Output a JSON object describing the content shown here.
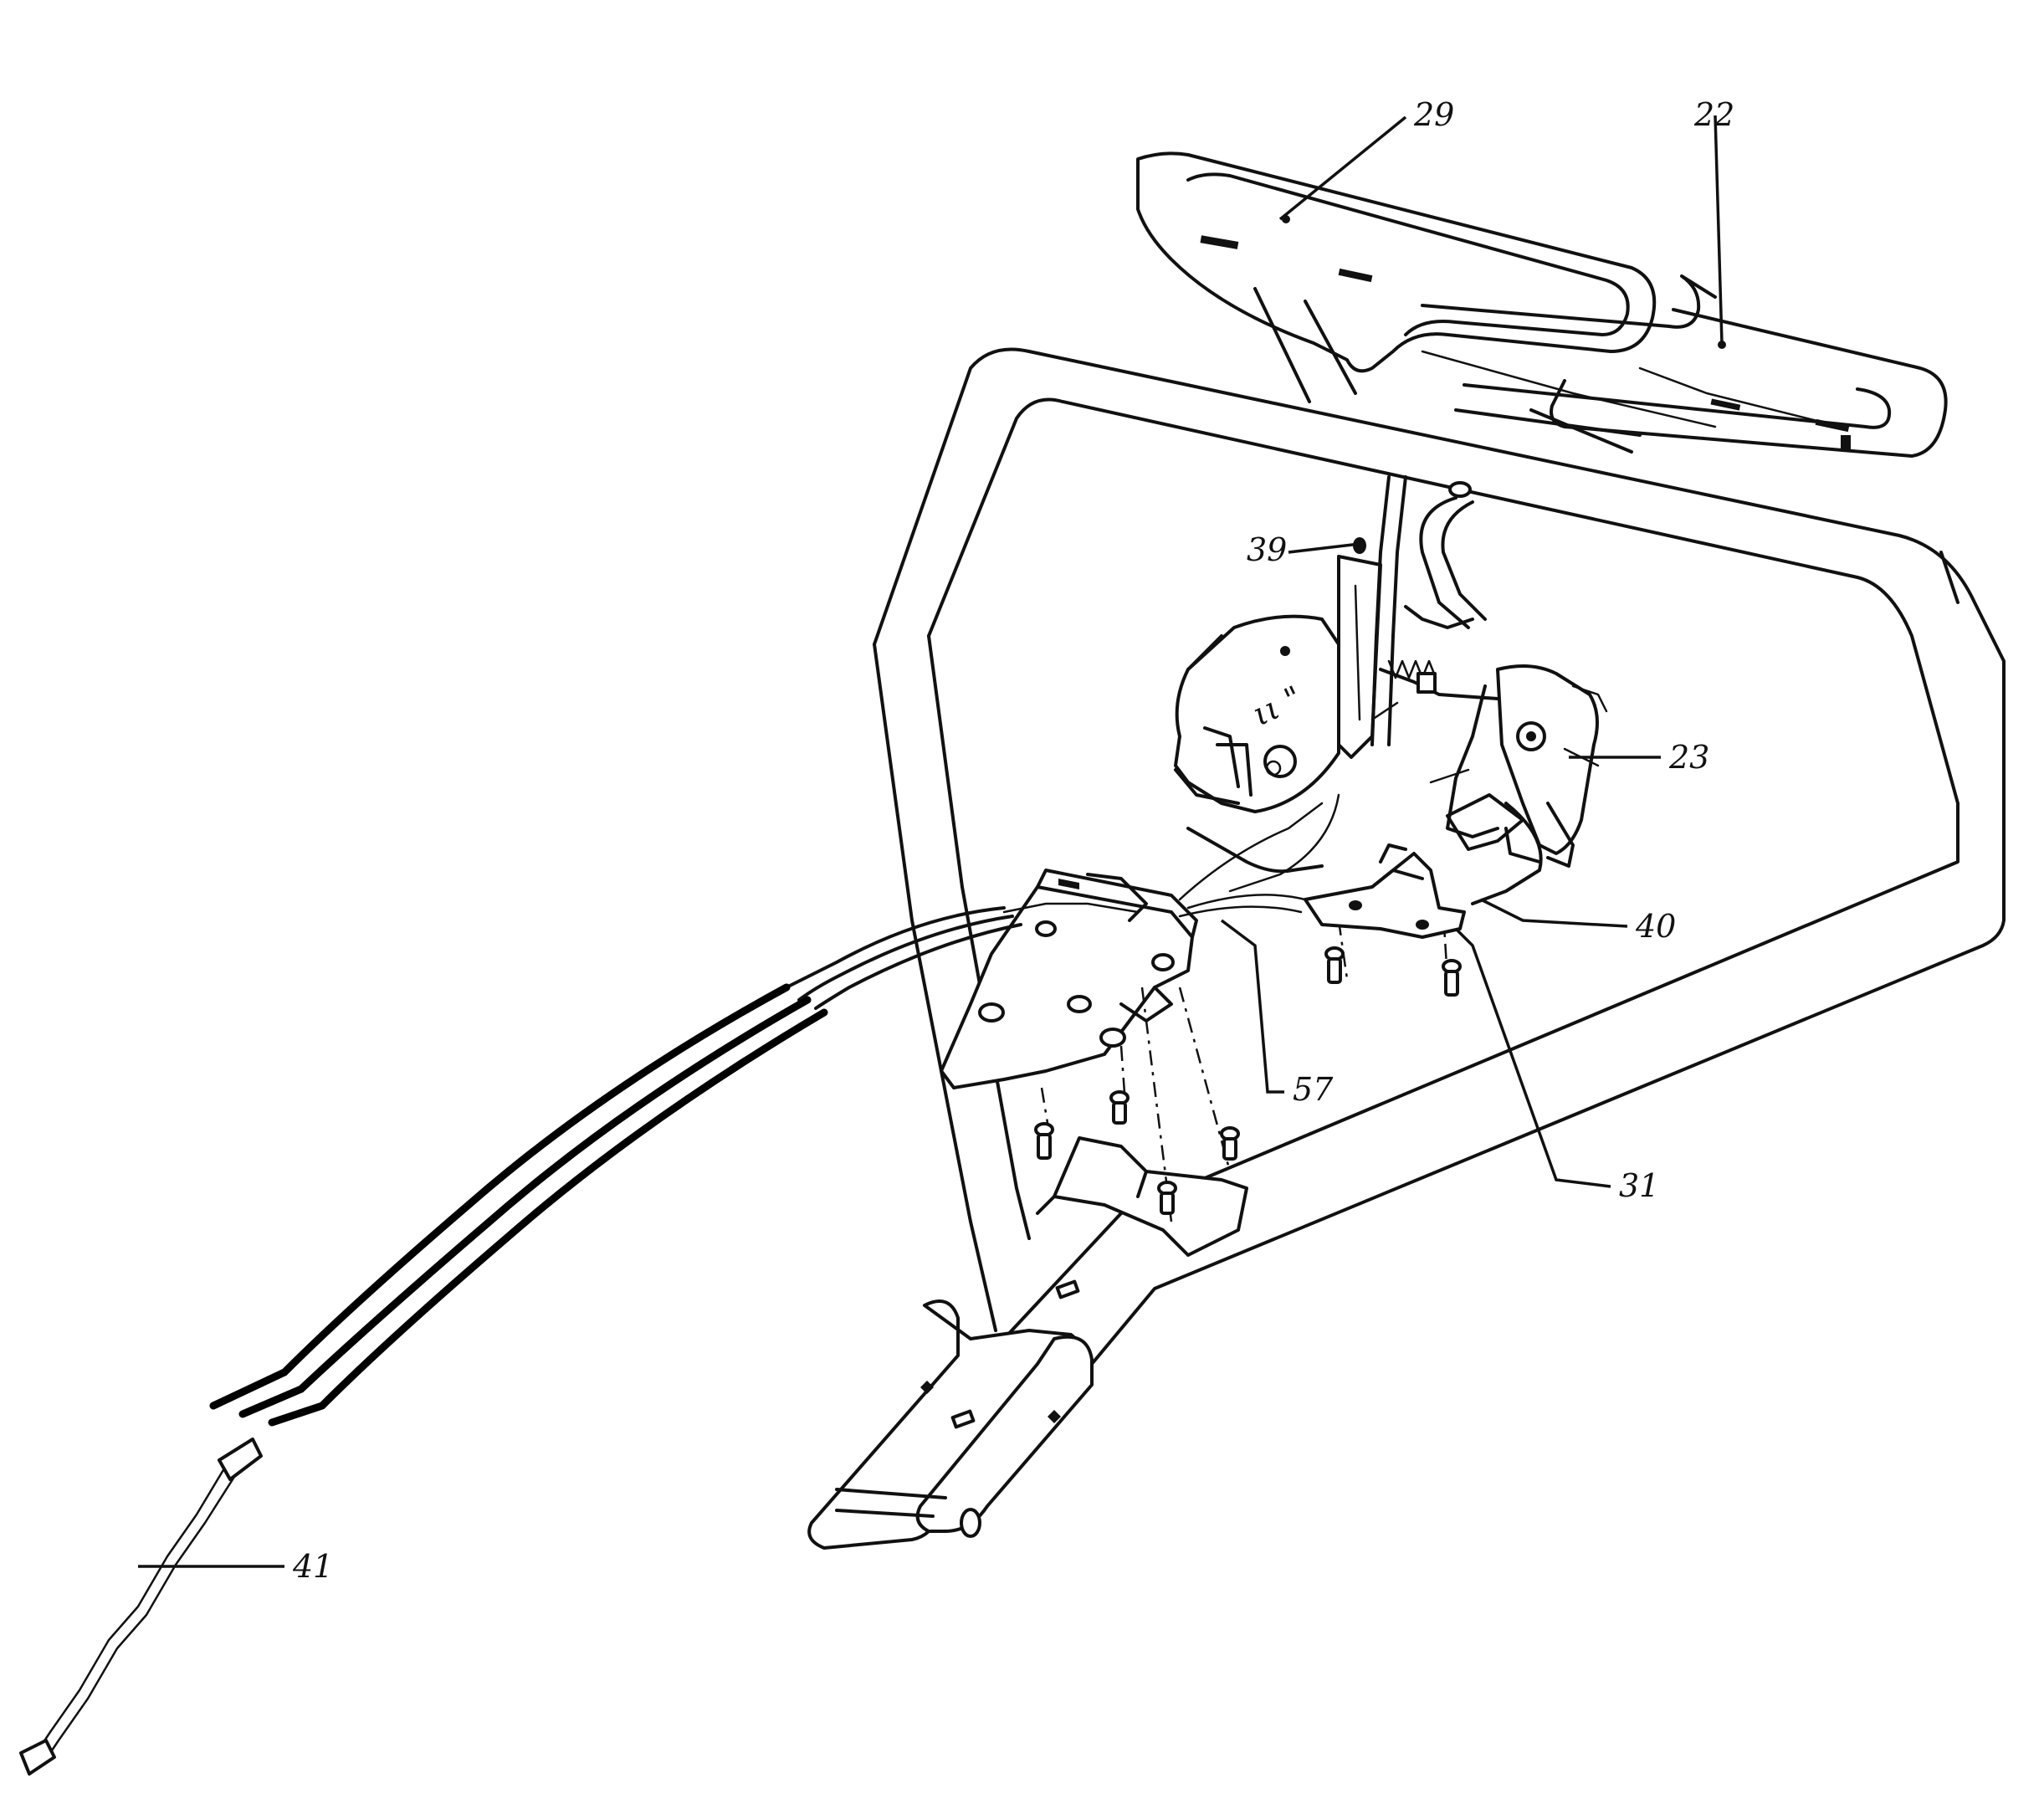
{
  "labels": {
    "l29": "29",
    "l22": "22",
    "l39": "39",
    "l23": "23",
    "l40": "40",
    "l57": "57",
    "l31": "31",
    "l41": "41"
  },
  "colors": {
    "ink": "#111111",
    "paper": "#ffffff"
  }
}
